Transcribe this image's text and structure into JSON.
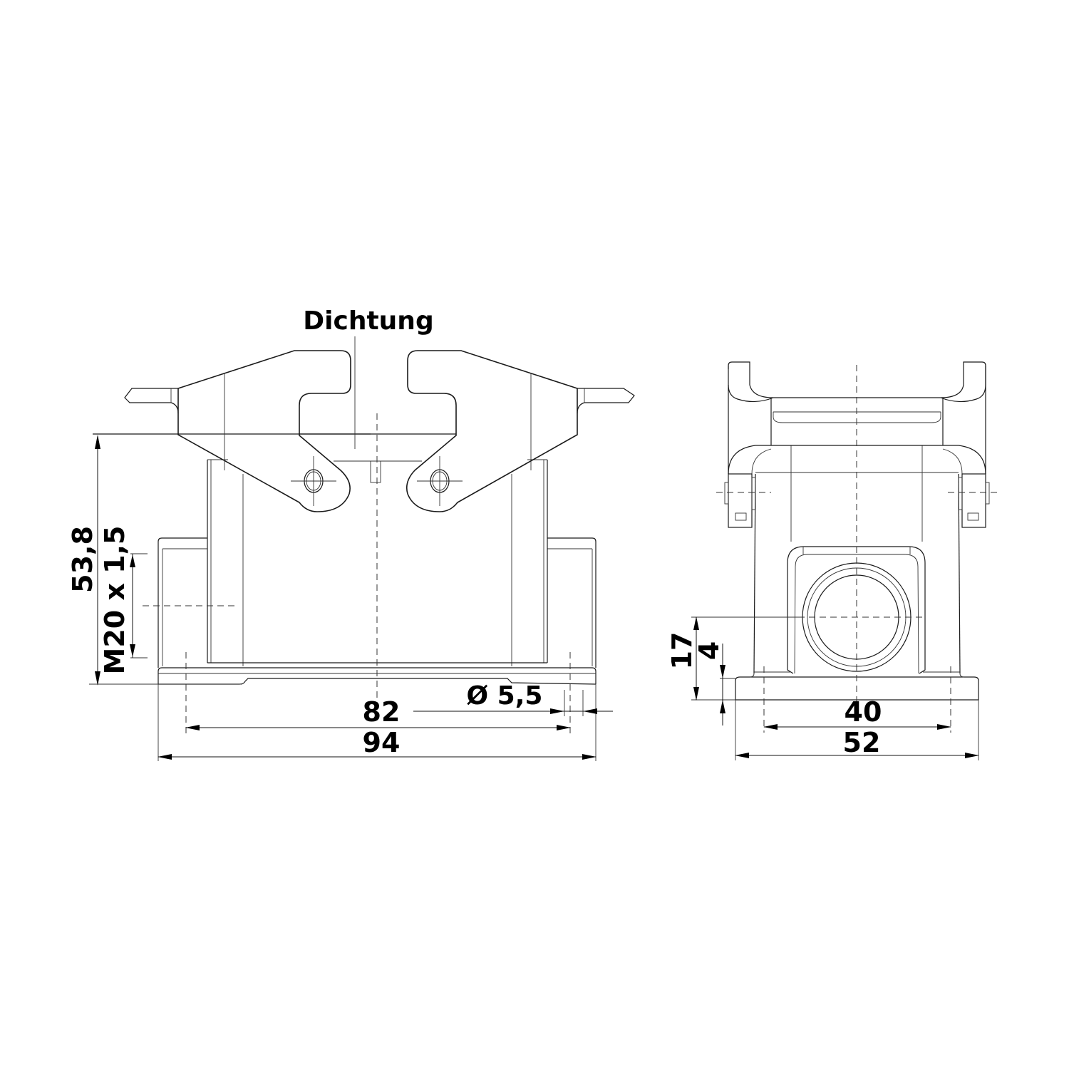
{
  "drawing": {
    "front_view": {
      "callout": "Dichtung",
      "dimensions": {
        "overall_height": "53,8",
        "thread": "M20 x 1,5",
        "hole_spacing": "82",
        "overall_width": "94",
        "hole_diameter": "Ø 5,5"
      }
    },
    "side_view": {
      "dimensions": {
        "entry_height": "17",
        "flange_thickness": "4",
        "hole_spacing": "40",
        "overall_width": "52"
      }
    },
    "colors": {
      "line": "#1a1a1a",
      "background": "#ffffff"
    }
  }
}
